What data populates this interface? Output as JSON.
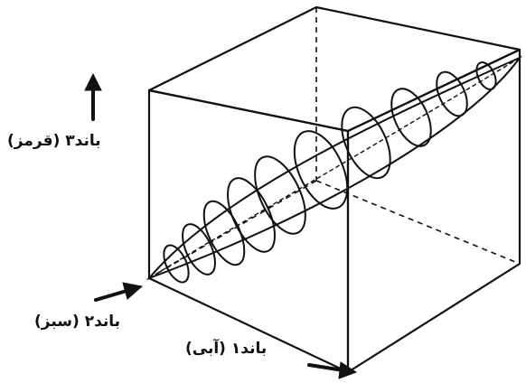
{
  "labels": {
    "band3": "باند۳ (قرمز)",
    "band2": "باند۲ (سبز)",
    "band1": "باند۱ (آبی)"
  },
  "colors": {
    "ink": "#111111",
    "background": "#ffffff"
  }
}
